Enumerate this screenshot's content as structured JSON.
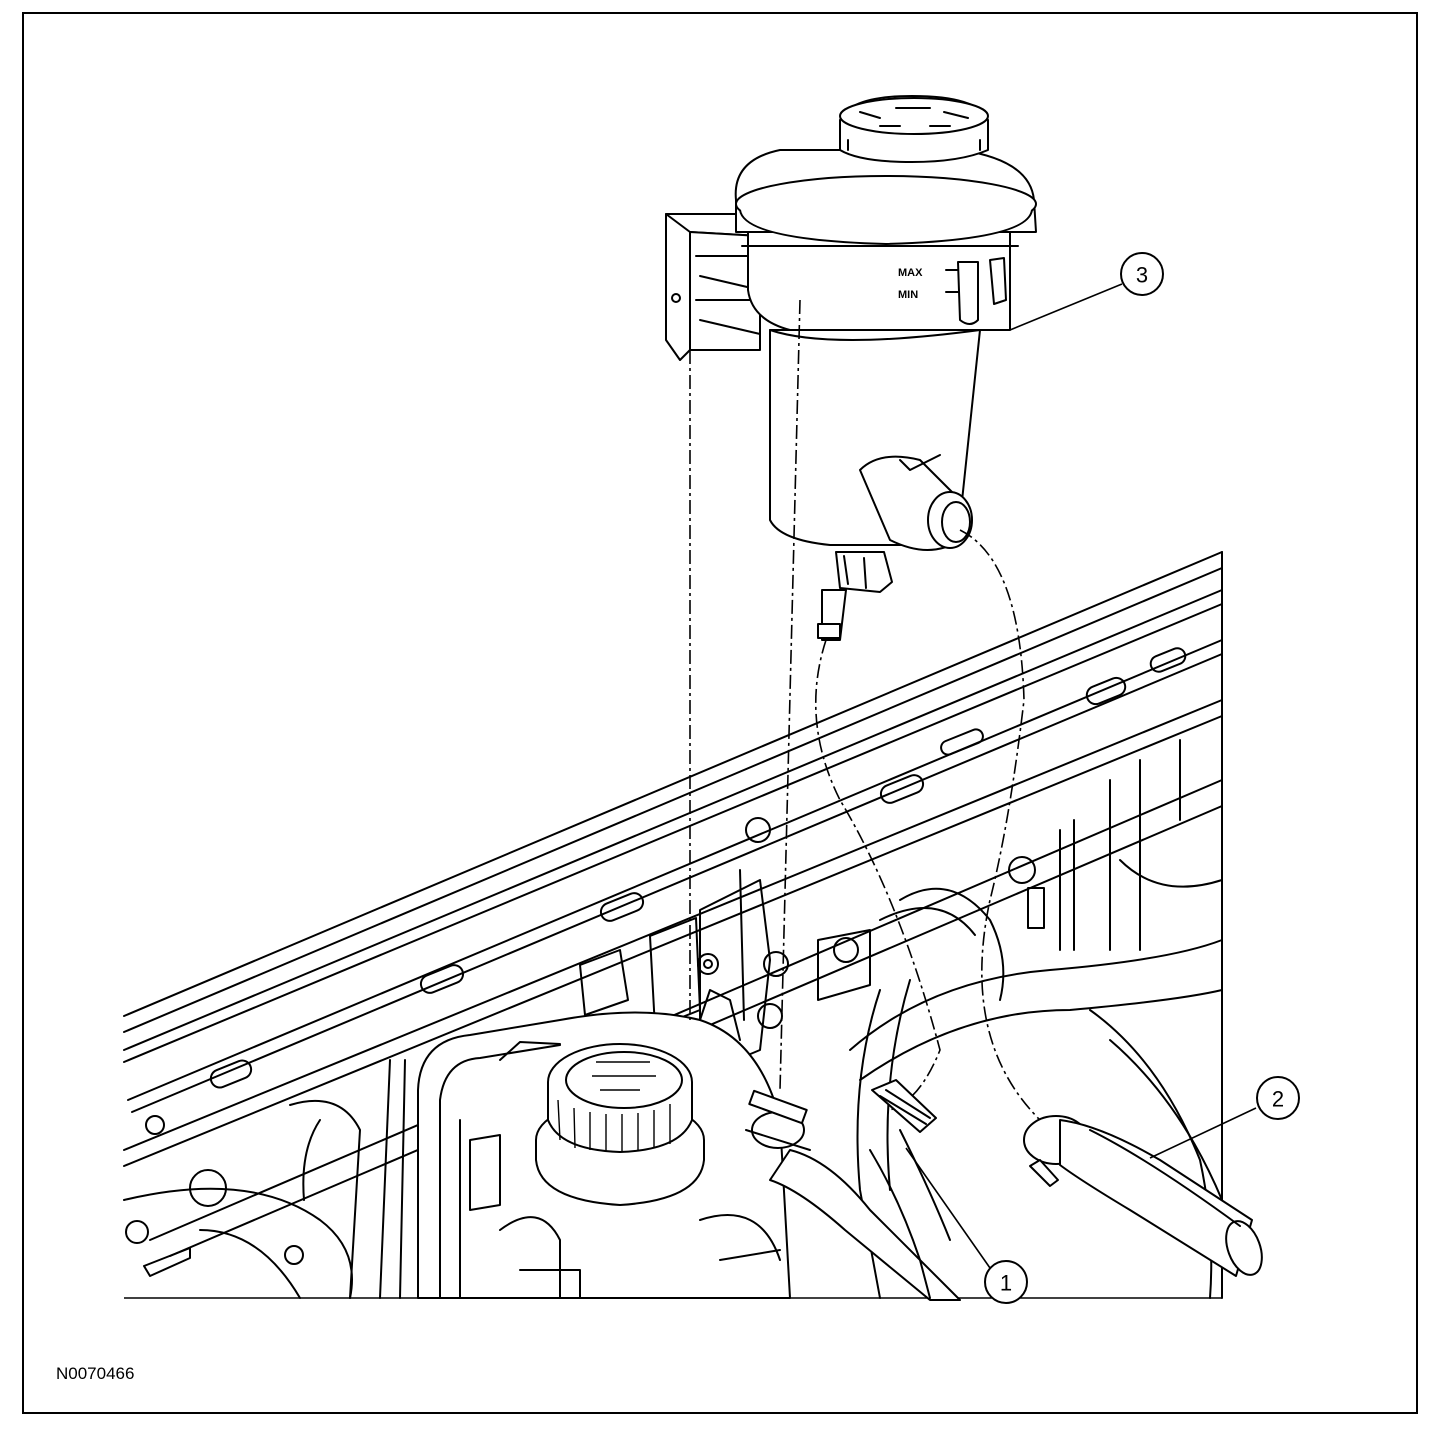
{
  "figure": {
    "id": "N0070466"
  },
  "reservoir": {
    "max_mark": "MAX",
    "min_mark": "MIN"
  },
  "callouts": [
    {
      "number": "1"
    },
    {
      "number": "2"
    },
    {
      "number": "3"
    }
  ]
}
